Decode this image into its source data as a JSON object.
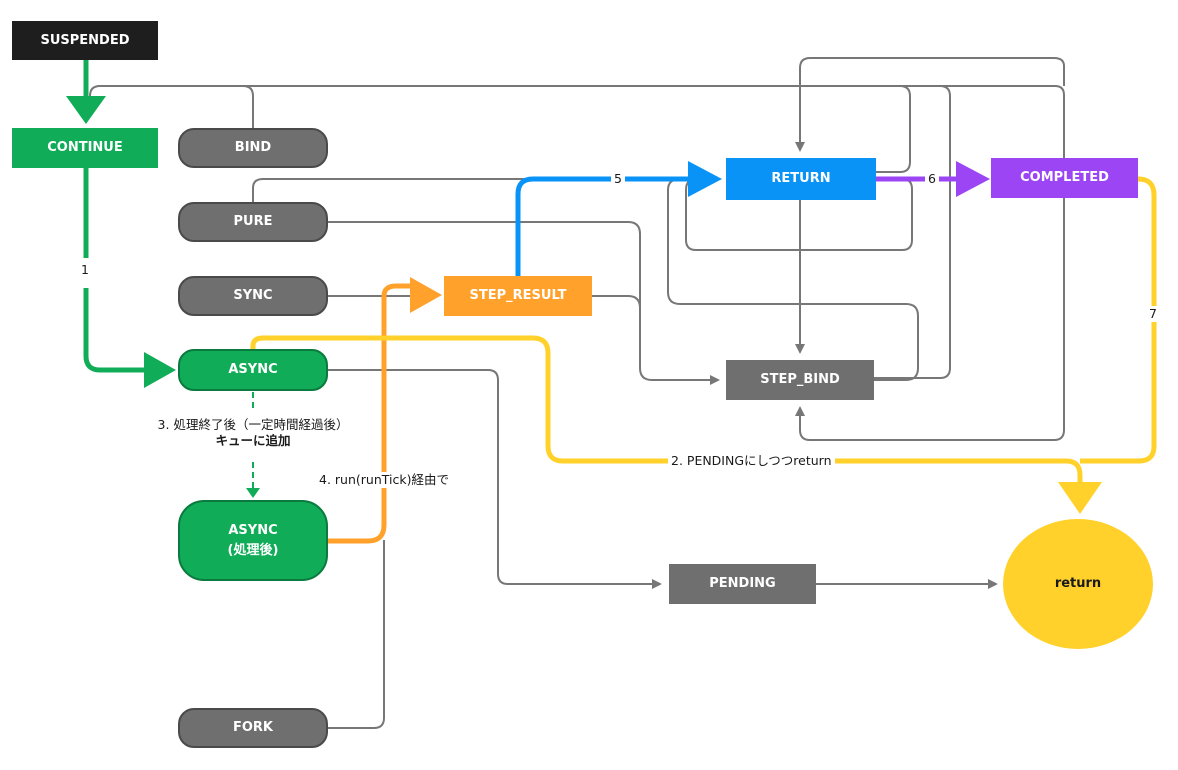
{
  "colors": {
    "green": "#10ac58",
    "gray": "#6f6f6f",
    "gray_line": "#777777",
    "orange": "#ffa12b",
    "blue": "#0a93f7",
    "purple": "#9b45f5",
    "yellow": "#ffd12a",
    "black": "#1e1e1e"
  },
  "nodes": {
    "suspended": "SUSPENDED",
    "continue": "CONTINUE",
    "bind": "BIND",
    "pure": "PURE",
    "sync": "SYNC",
    "async": "ASYNC",
    "async_done_line1": "ASYNC",
    "async_done_line2": "(処理後)",
    "fork": "FORK",
    "step_result": "STEP_RESULT",
    "return_node": "RETURN",
    "completed": "COMPLETED",
    "step_bind": "STEP_BIND",
    "pending": "PENDING",
    "return_end": "return"
  },
  "edge_labels": {
    "e1": "1",
    "e2": "2. PENDINGにしつつreturn",
    "e3_line1": "3. 処理終了後（一定時間経過後）",
    "e3_line2": "キューに追加",
    "e4": "4. run(runTick)経由で",
    "e5": "5",
    "e6": "6",
    "e7": "7"
  }
}
